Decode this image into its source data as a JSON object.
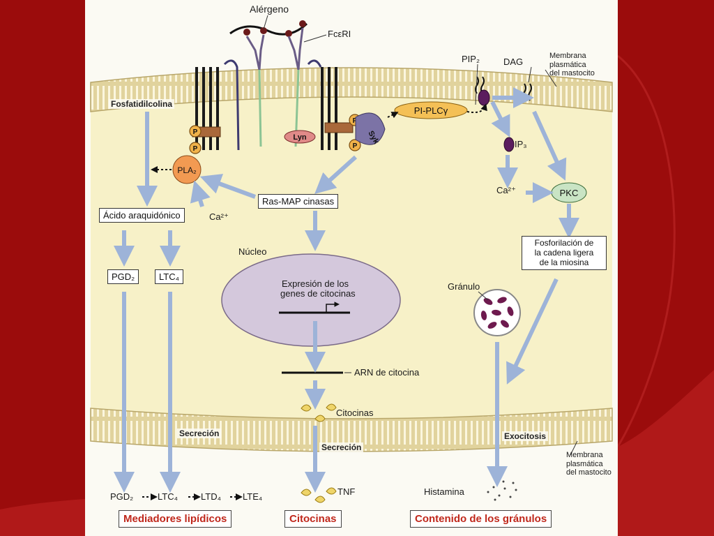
{
  "colors": {
    "slide_red": "#9b0c0c",
    "membrane": "#d9c98e",
    "cytoplasm": "#f7f1c8",
    "arrow": "#9db3d8",
    "nucleus": "#d4c8dc",
    "output_red": "#c0281c"
  },
  "labels": {
    "alergeno": "Alérgeno",
    "fceri": "FcεRI",
    "pip2": "PIP₂",
    "dag": "DAG",
    "membrana_top": [
      "Membrana",
      "plasmática",
      "del mastocito"
    ],
    "fosfatidilcolina": "Fosfatidilcolina",
    "p": "P",
    "lyn": "Lyn",
    "syk": "Syk",
    "pi_plc": "PI-PLCγ",
    "ip3": "IP₃",
    "pla2": "PLA₂",
    "ca_left": "Ca²⁺",
    "ca_right": "Ca²⁺",
    "pkc": "PKC",
    "ras_map": "Ras-MAP cinasas",
    "acido": "Ácido araquidónico",
    "nucleo": "Núcleo",
    "expresion": [
      "Expresión de los",
      "genes de citocinas"
    ],
    "fosforilacion": [
      "Fosforilación de",
      "la cadena ligera",
      "de la miosina"
    ],
    "pgd2": "PGD₂",
    "ltc4": "LTC₄",
    "granulo": "Gránulo",
    "arn": "ARN de citocina",
    "citocinas_label": "Citocinas",
    "secrecion_left": "Secreción",
    "secrecion_mid": "Secreción",
    "exocitosis": "Exocitosis",
    "membrana_bottom": [
      "Membrana",
      "plasmática",
      "del mastocito"
    ],
    "pgd2_out": "PGD₂",
    "ltc4_out": "LTC₄",
    "ltd4_out": "LTD₄",
    "lte4_out": "LTE₄",
    "tnf": "TNF",
    "histamina": "Histamina"
  },
  "outputs": {
    "lipidos": "Mediadores lipídicos",
    "citocinas": "Citocinas",
    "granulos": "Contenido de los gránulos"
  }
}
